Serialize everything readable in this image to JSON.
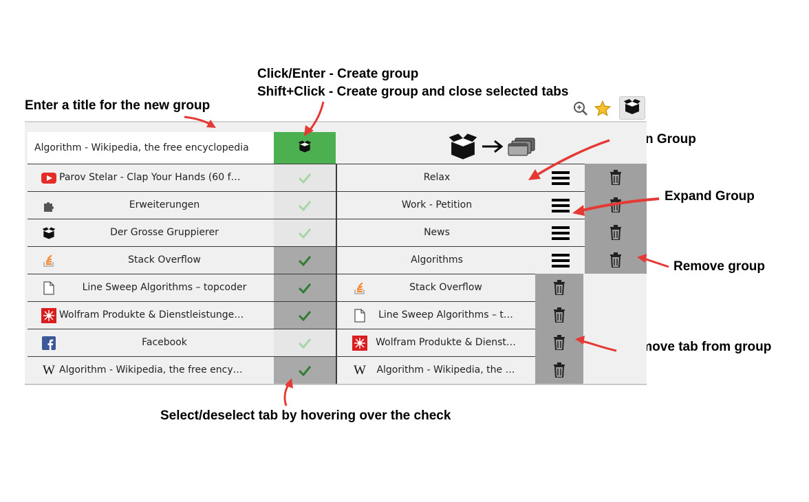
{
  "annotations": {
    "create_line1": "Click/Enter - Create group",
    "create_line2": "Shift+Click - Create group and close selected tabs",
    "title": "Enter a title for the new group",
    "open": "Open Group",
    "expand": "Expand Group",
    "remove_group": "Remove group",
    "remove_tab": "Remove tab from group",
    "select": "Select/deselect tab by hovering over the check"
  },
  "toolbar": {
    "zoom_icon": "zoom-icon",
    "star_icon": "bookmark-star-icon",
    "extension_icon": "box-icon"
  },
  "new_group": {
    "title_value": "Algorithm - Wikipedia, the free encyclopedia"
  },
  "tabs": [
    {
      "favicon": "youtube-icon",
      "title": "Parov Stelar - Clap Your Hands (60 f…",
      "selected": false
    },
    {
      "favicon": "puzzle-icon",
      "title": "Erweiterungen",
      "selected": false
    },
    {
      "favicon": "box-icon",
      "title": "Der Grosse Gruppierer",
      "selected": false
    },
    {
      "favicon": "stackoverflow-icon",
      "title": "Stack Overflow",
      "selected": true
    },
    {
      "favicon": "document-icon",
      "title": "Line Sweep Algorithms – topcoder",
      "selected": true
    },
    {
      "favicon": "wolfram-icon",
      "title": "Wolfram Produkte & Dienstleistunge…",
      "selected": true
    },
    {
      "favicon": "facebook-icon",
      "title": "Facebook",
      "selected": false
    },
    {
      "favicon": "wikipedia-icon",
      "title": "Algorithm - Wikipedia, the free ency…",
      "selected": true
    }
  ],
  "groups": [
    {
      "title": "Relax"
    },
    {
      "title": "Work - Petition"
    },
    {
      "title": "News"
    },
    {
      "title": "Algorithms"
    }
  ],
  "group_tabs": [
    {
      "favicon": "stackoverflow-icon",
      "title": "Stack Overflow"
    },
    {
      "favicon": "document-icon",
      "title": "Line Sweep Algorithms – t…"
    },
    {
      "favicon": "wolfram-icon",
      "title": "Wolfram Produkte & Dienst…"
    },
    {
      "favicon": "wikipedia-icon",
      "title": "Algorithm - Wikipedia, the …"
    }
  ],
  "colors": {
    "create_button": "#4caf50",
    "check_selected": "#2e7d32",
    "check_unselected": "#a5d6a7",
    "annotation_arrow": "#e53935"
  }
}
